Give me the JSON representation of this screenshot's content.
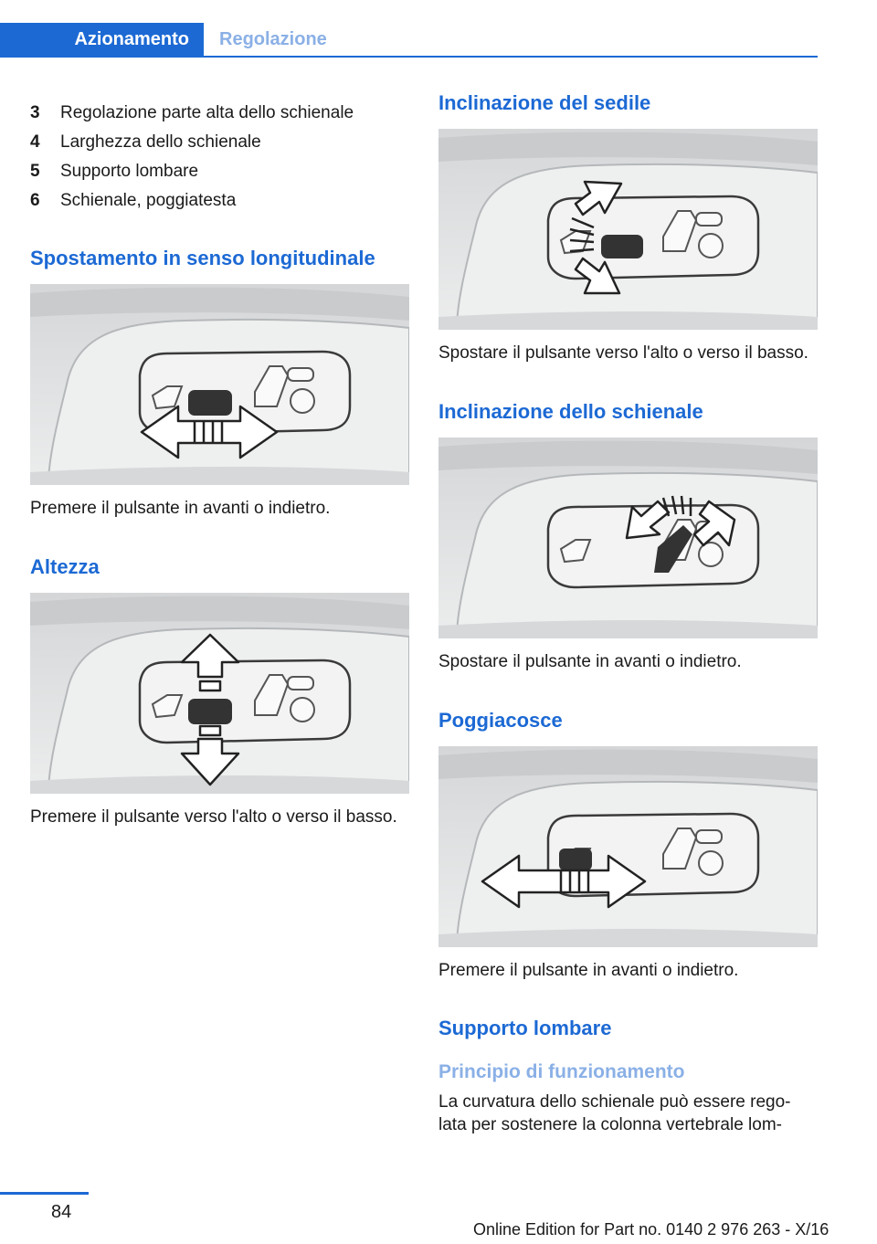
{
  "header": {
    "tab_active": "Azionamento",
    "tab_inactive": "Regolazione"
  },
  "left": {
    "list": [
      {
        "num": "3",
        "text": "Regolazione parte alta dello schienale"
      },
      {
        "num": "4",
        "text": "Larghezza dello schienale"
      },
      {
        "num": "5",
        "text": "Supporto lombare"
      },
      {
        "num": "6",
        "text": "Schienale, poggiatesta"
      }
    ],
    "s1_heading": "Spostamento in senso longitudinale",
    "s1_text": "Premere il pulsante in avanti o indietro.",
    "s2_heading": "Altezza",
    "s2_text": "Premere il pulsante verso l'alto o verso il basso."
  },
  "right": {
    "s1_heading": "Inclinazione del sedile",
    "s1_text": "Spostare il pulsante verso l'alto o verso il basso.",
    "s2_heading": "Inclinazione dello schienale",
    "s2_text": "Spostare il pulsante in avanti o indietro.",
    "s3_heading": "Poggiacosce",
    "s3_text": "Premere il pulsante in avanti o indietro.",
    "s4_heading": "Supporto lombare",
    "s4_subheading": "Principio di funzionamento",
    "s4_text": "La curvatura dello schienale può essere rego-lata per sostenere la colonna vertebrale lom-"
  },
  "footer": {
    "page_number": "84",
    "edition": "Online Edition for Part no. 0140 2 976 263 - X/16"
  },
  "colors": {
    "accent": "#1c69d4",
    "accent_light": "#8ab0e6"
  }
}
